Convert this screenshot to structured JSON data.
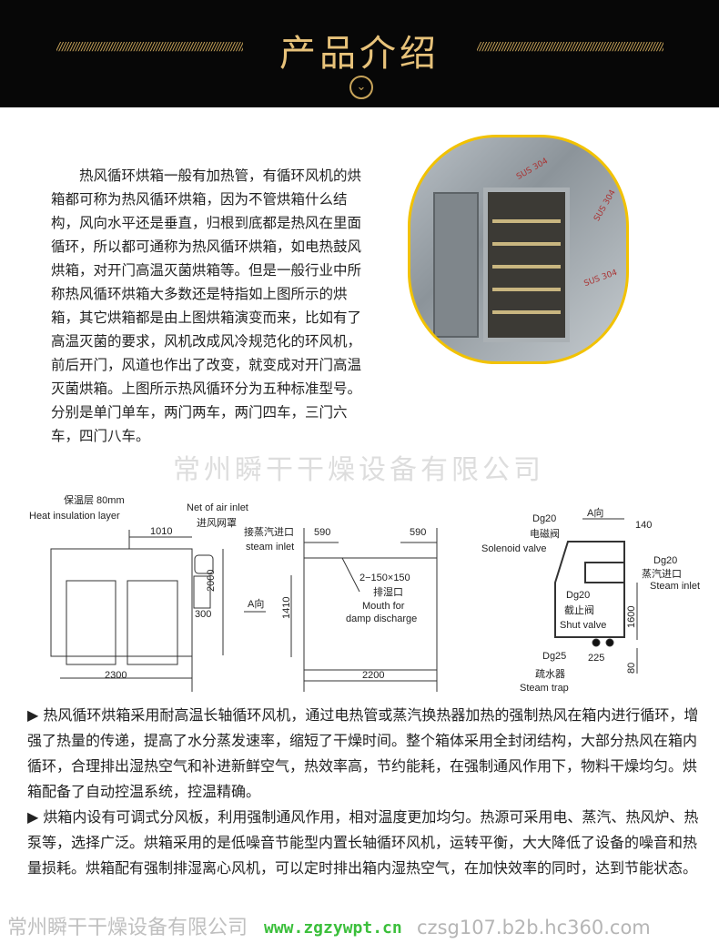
{
  "header": {
    "title": "产品介绍",
    "decor": "////////////////////////////////////////////////////////////////////////",
    "chevron": "⌄"
  },
  "intro": "热风循环烘箱一般有加热管，有循环风机的烘箱都可称为热风循环烘箱，因为不管烘箱什么结构，风向水平还是垂直，归根到底都是热风在里面循环，所以都可通称为热风循环烘箱，如电热鼓风烘箱，对开门高温灭菌烘箱等。但是一般行业中所称热风循环烘箱大多数还是特指如上图所示的烘箱，其它烘箱都是由上图烘箱演变而来，比如有了高温灭菌的要求，风机改成风冷规范化的环风机，前后开门，风道也作出了改变，就变成对开门高温灭菌烘箱。上图所示热风循环分为五种标准型号。分别是单门单车，两门两车，两门四车，三门六车，四门八车。",
  "photo": {
    "labels": [
      "SUS 304",
      "SUS 304",
      "SUS 304"
    ]
  },
  "diagram": {
    "insulation_cn": "保温层 80mm",
    "insulation_en": "Heat insulation layer",
    "air_inlet_en": "Net of air inlet",
    "air_inlet_cn": "进风网罩",
    "dim_1010": "1010",
    "dim_2000": "2000",
    "dim_300": "300",
    "dim_2300": "2300",
    "steam_inlet_cn": "接蒸汽进口",
    "steam_inlet_en": "steam inlet",
    "dim_590a": "590",
    "dim_590b": "590",
    "damp_size": "2−150×150",
    "damp_cn": "排湿口",
    "damp_en1": "Mouth for",
    "damp_en2": "damp discharge",
    "dim_1410": "1410",
    "dim_2200": "2200",
    "a_dir": "A向",
    "a_dir2": "A向",
    "dg20a": "Dg20",
    "solenoid_cn": "电磁阀",
    "solenoid_en": "Solenoid valve",
    "dim_140": "140",
    "dg20b": "Dg20",
    "steam2_cn": "蒸汽进口",
    "steam2_en": "Steam inlet",
    "dg20c": "Dg20",
    "shut_cn": "截止阀",
    "shut_en": "Shut valve",
    "dim_1600": "1600",
    "dg25": "Dg25",
    "dim_225": "225",
    "dim_80": "80",
    "trap_cn": "疏水器",
    "trap_en": "Steam trap"
  },
  "body": [
    "▶  热风循环烘箱采用耐高温长轴循环风机，通过电热管或蒸汽换热器加热的强制热风在箱内进行循环，增强了热量的传递，提高了水分蒸发速率，缩短了干燥时间。整个箱体采用全封闭结构，大部分热风在箱内循环，合理排出湿热空气和补进新鲜空气，热效率高，节约能耗，在强制通风作用下，物料干燥均匀。烘箱配备了自动控温系统，控温精确。",
    "▶  烘箱内设有可调式分风板，利用强制通风作用，相对温度更加均匀。热源可采用电、蒸汽、热风炉、热泵等，选择广泛。烘箱采用的是低噪音节能型内置长轴循环风机，运转平衡，大大降低了设备的噪音和热量损耗。烘箱配有强制排湿离心风机，可以定时排出箱内湿热空气，在加快效率的同时，达到节能状态。"
  ],
  "watermarks": {
    "company": "常州瞬干干燥设备有限公司",
    "site1": "www.zgzywpt.cn",
    "site2": "czsg107.b2b.hc360.com"
  }
}
